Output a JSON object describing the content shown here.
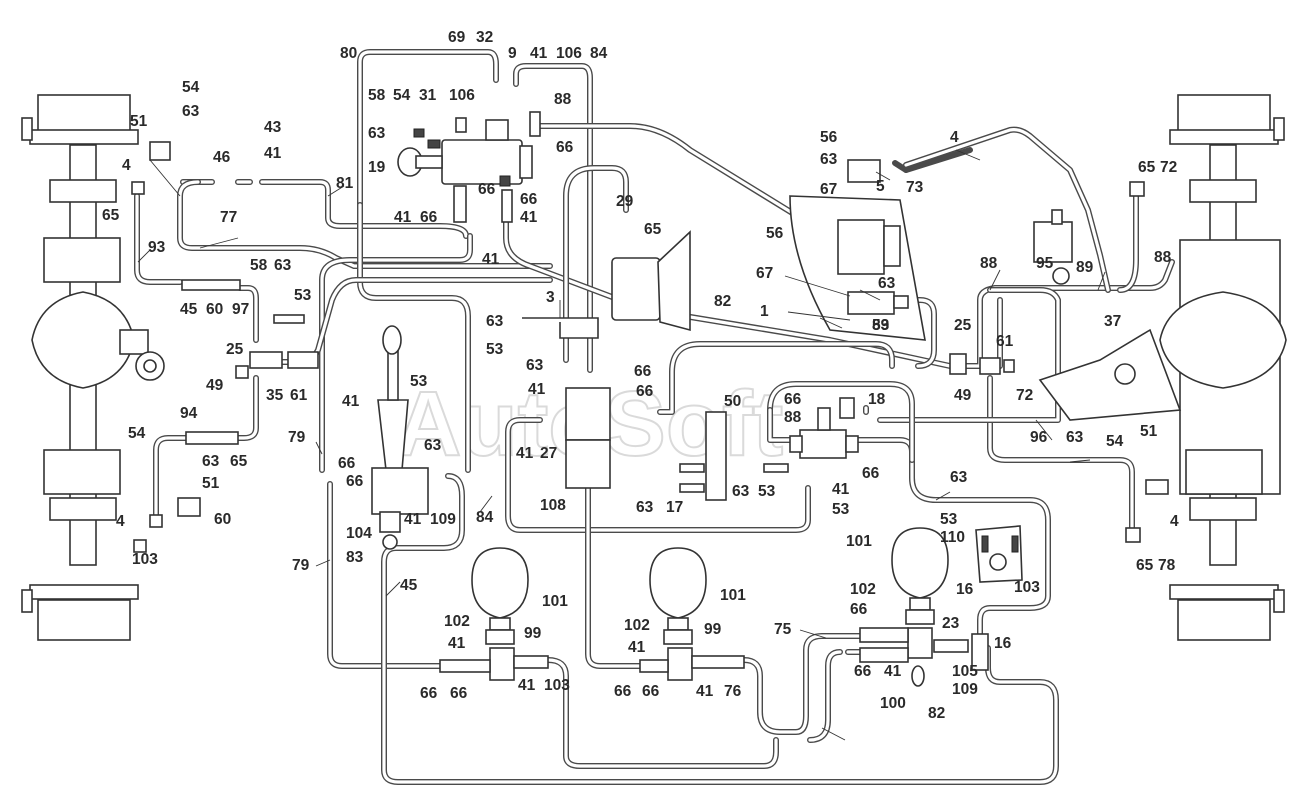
{
  "watermark": "AutoSoft",
  "callouts": [
    "69",
    "32",
    "9",
    "41",
    "106",
    "84",
    "80",
    "58",
    "54",
    "31",
    "106",
    "88",
    "63",
    "19",
    "66",
    "66",
    "66",
    "41",
    "66",
    "41",
    "41",
    "81",
    "46",
    "43",
    "41",
    "54",
    "63",
    "51",
    "4",
    "65",
    "93",
    "77",
    "45",
    "60",
    "97",
    "58",
    "63",
    "53",
    "25",
    "49",
    "35",
    "61",
    "29",
    "65",
    "3",
    "63",
    "53",
    "82",
    "56",
    "63",
    "67",
    "5",
    "56",
    "63",
    "67",
    "1",
    "89",
    "73",
    "4",
    "65",
    "72",
    "88",
    "95",
    "89",
    "88",
    "37",
    "25",
    "61",
    "49",
    "72",
    "96",
    "63",
    "54",
    "51",
    "4",
    "65",
    "78",
    "63",
    "53",
    "110",
    "103",
    "101",
    "102",
    "16",
    "66",
    "23",
    "16",
    "66",
    "41",
    "105",
    "100",
    "109",
    "82",
    "53",
    "63",
    "41",
    "66",
    "66",
    "41",
    "27",
    "50",
    "66",
    "88",
    "18",
    "66",
    "41",
    "53",
    "63",
    "53",
    "63",
    "17",
    "108",
    "53",
    "41",
    "63",
    "66",
    "66",
    "41",
    "109",
    "104",
    "83",
    "79",
    "84",
    "79",
    "45",
    "94",
    "54",
    "63",
    "51",
    "60",
    "65",
    "4",
    "103",
    "101",
    "102",
    "99",
    "41",
    "66",
    "66",
    "41",
    "103",
    "101",
    "102",
    "99",
    "41",
    "66",
    "66",
    "41",
    "76",
    "75"
  ]
}
